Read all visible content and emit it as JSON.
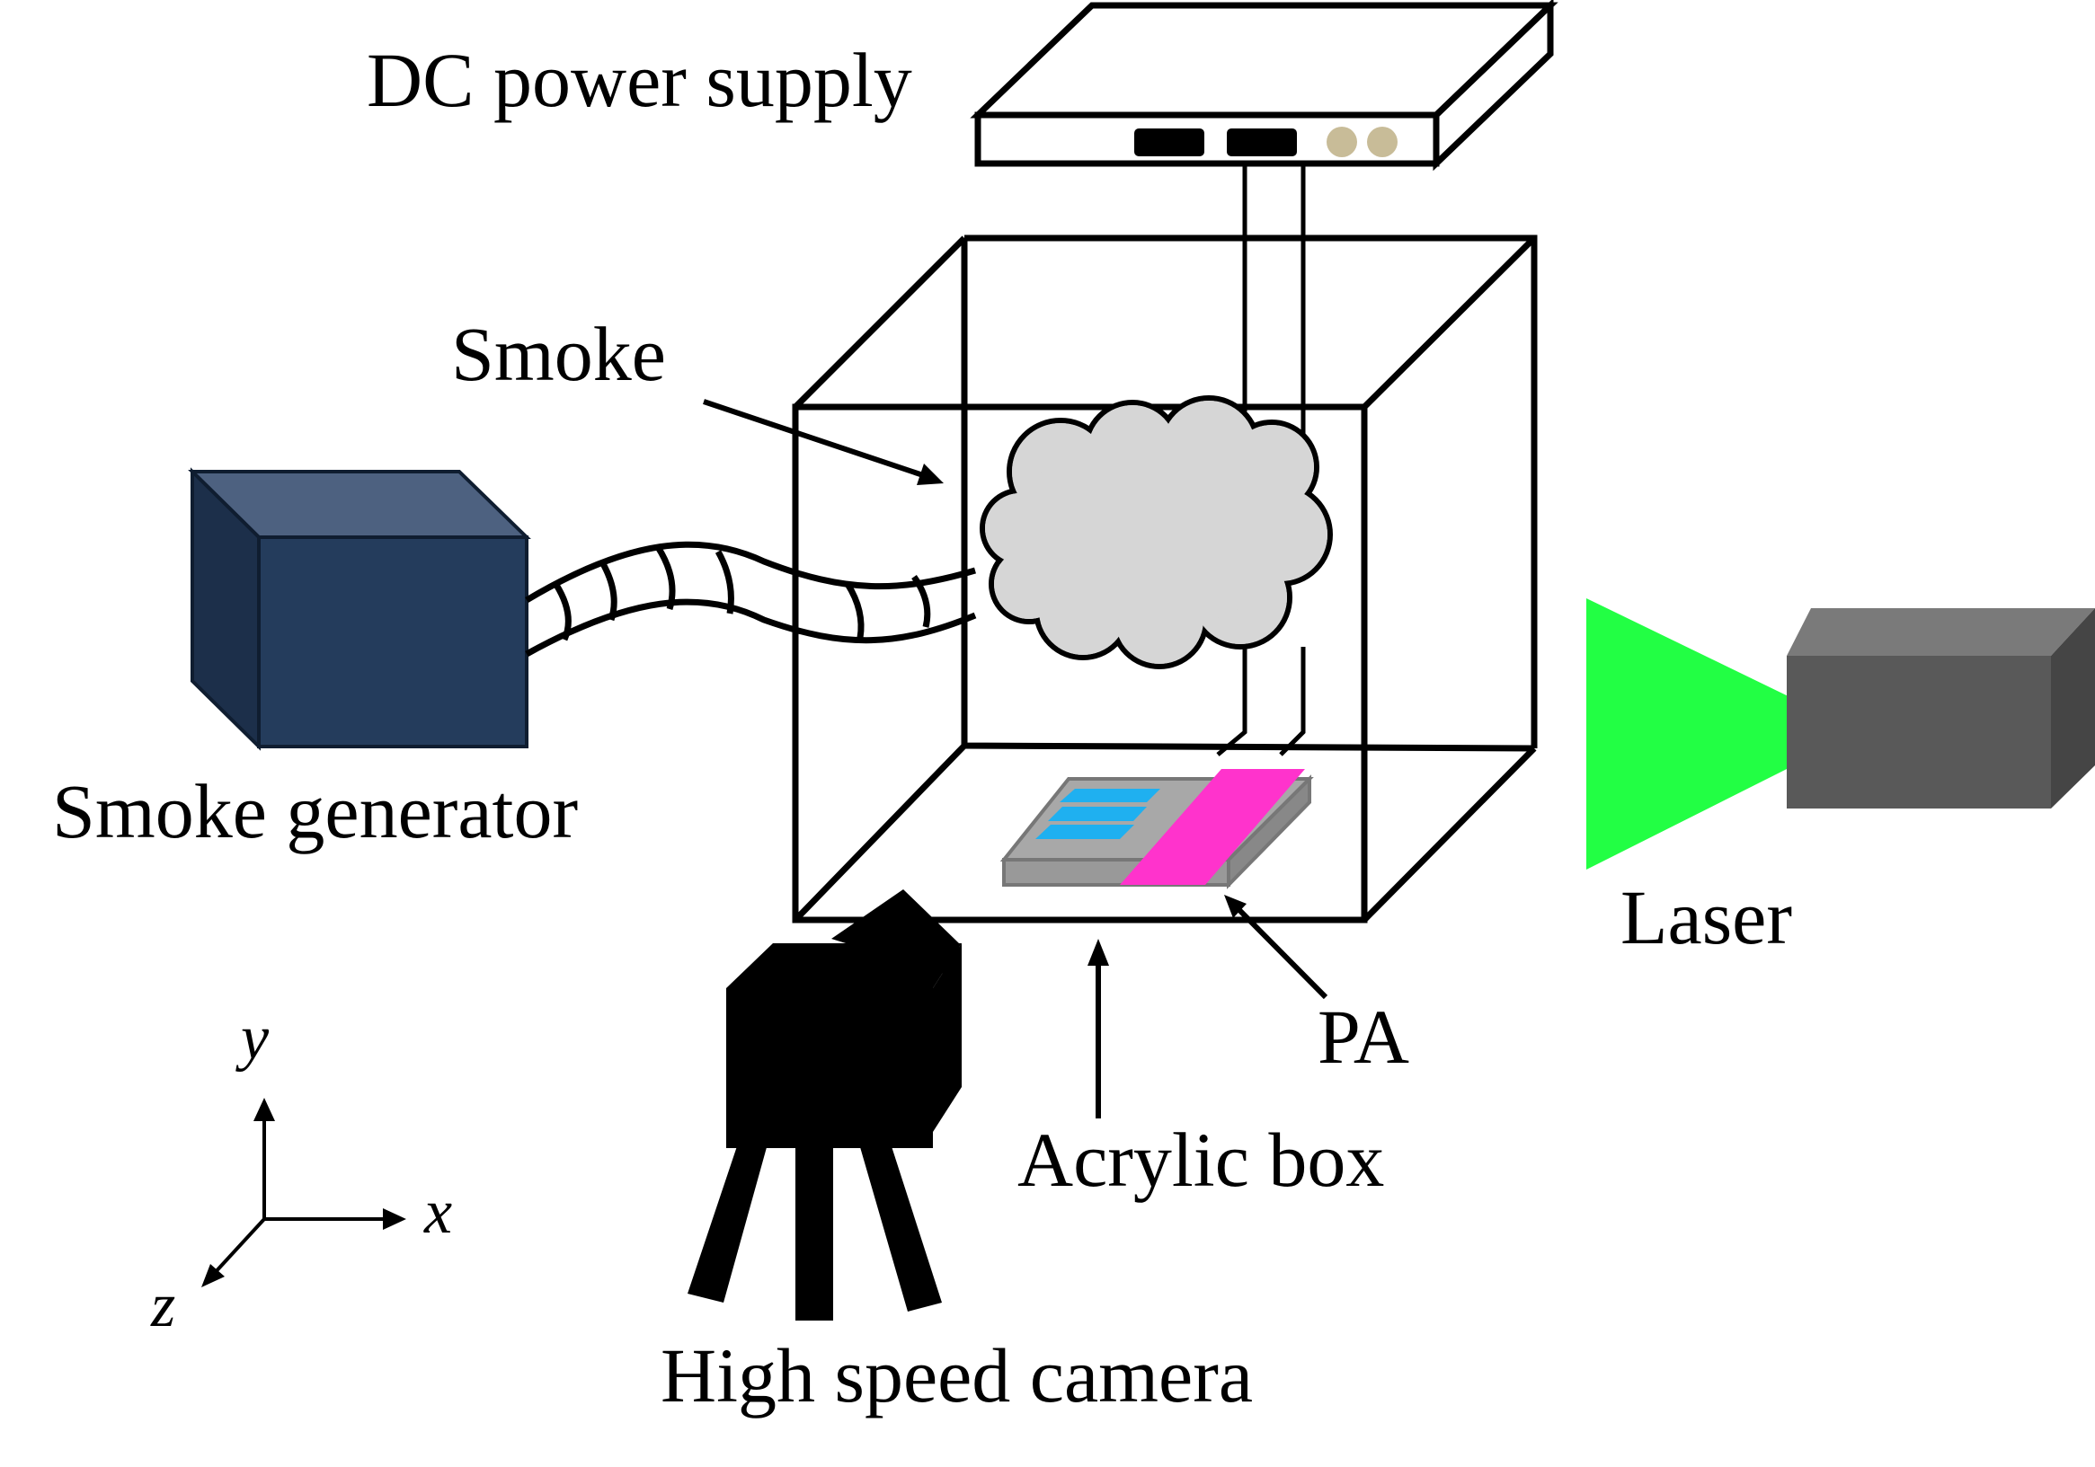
{
  "labels": {
    "dc_power_supply": "DC power supply",
    "smoke": "Smoke",
    "smoke_generator": "Smoke generator",
    "laser": "Laser",
    "pa": "PA",
    "acrylic_box": "Acrylic box",
    "high_speed_camera": "High speed camera"
  },
  "axes": {
    "x": "x",
    "y": "y",
    "z": "z"
  },
  "colors": {
    "smoke_generator": "#243c5c",
    "smoke_generator_top": "#4d6180",
    "smoke_generator_side": "#1c2f4a",
    "smoke_cloud": "#d6d6d6",
    "laser_beam": "#22ff44",
    "laser_body": "#595959",
    "laser_top": "#7a7a7a",
    "pa_substrate": "#a8a8a8",
    "pa_electrode": "#ff33cc",
    "pa_stripes": "#1fb0f0",
    "power_knobs": "#c8bc98",
    "camera": "#000000"
  }
}
